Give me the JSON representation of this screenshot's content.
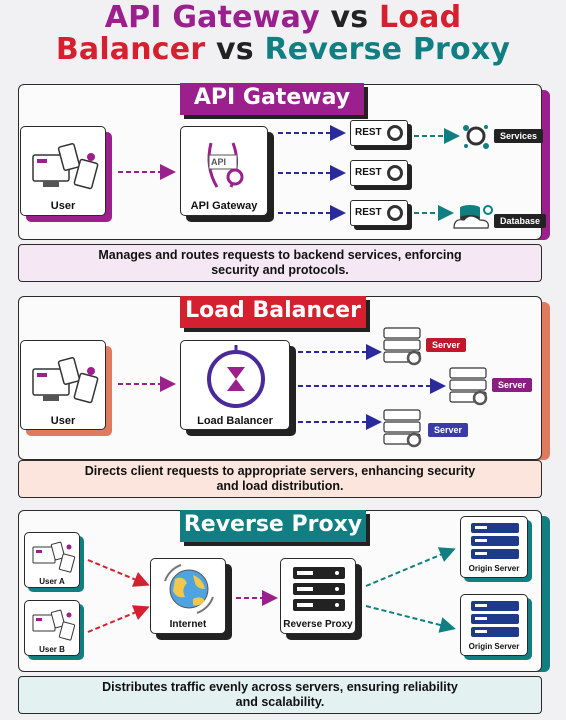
{
  "title": {
    "part1": "API Gateway",
    "vs1": "vs",
    "part2": "Load",
    "part3": "Balancer",
    "vs2": "vs",
    "part4": "Reverse Proxy"
  },
  "api_gateway": {
    "banner": "API Gateway",
    "user_label": "User",
    "gateway_label": "API Gateway",
    "gateway_icon_text": "API",
    "rest_labels": [
      "REST",
      "REST",
      "REST"
    ],
    "services_label": "Services",
    "database_label": "Database",
    "description_line1": "Manages and routes requests to backend services, enforcing",
    "description_line2": "security and protocols."
  },
  "load_balancer": {
    "banner": "Load Balancer",
    "user_label": "User",
    "lb_label": "Load Balancer",
    "servers": [
      "Server",
      "Server",
      "Server"
    ],
    "description_line1": "Directs client requests to appropriate servers, enhancing security",
    "description_line2": "and load distribution."
  },
  "reverse_proxy": {
    "banner": "Reverse Proxy",
    "user_a": "User A",
    "user_b": "User B",
    "internet_label": "Internet",
    "proxy_label": "Reverse Proxy",
    "origin_servers": [
      "Origin Server",
      "Origin Server"
    ],
    "description_line1": "Distributes traffic evenly across servers, ensuring reliability",
    "description_line2": "and scalability."
  },
  "colors": {
    "purple": "#9b1f8d",
    "red": "#d4202f",
    "teal": "#117e82",
    "lavender": "#f6e7f4",
    "peach": "#fbe5dc",
    "mint": "#e3f1f0"
  }
}
